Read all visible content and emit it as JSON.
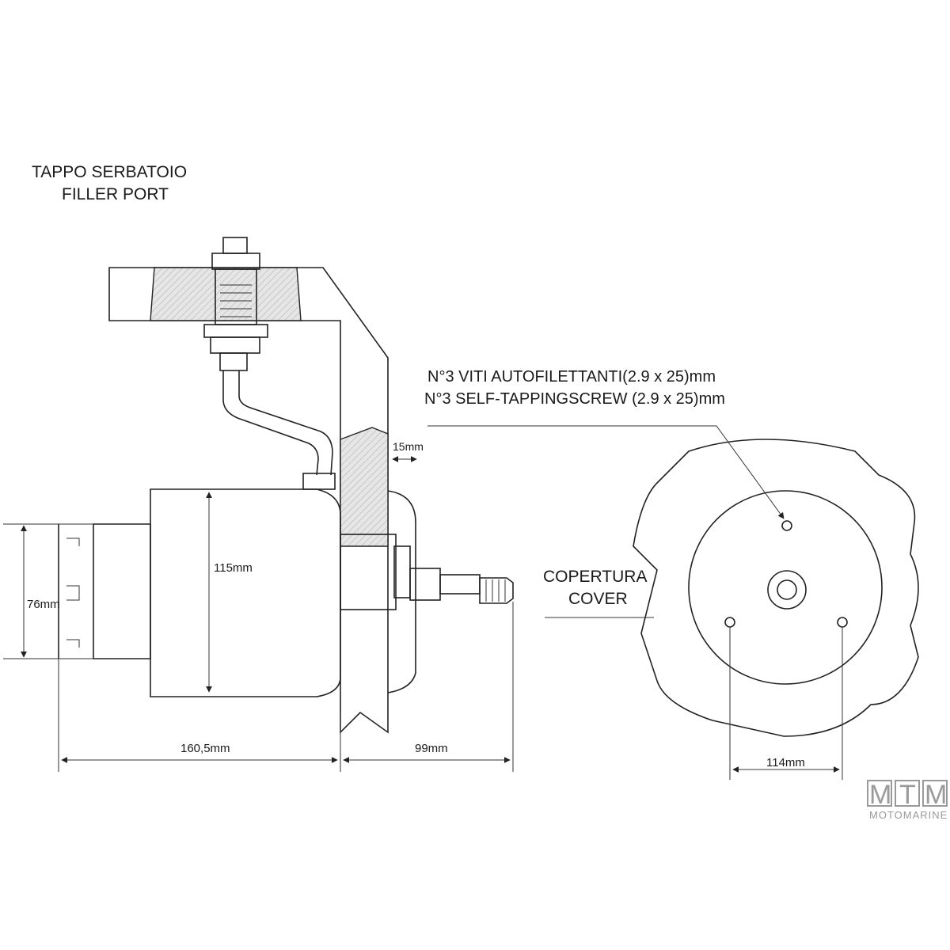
{
  "labels": {
    "filler_it": "TAPPO SERBATOIO",
    "filler_en": "FILLER PORT",
    "screws_it": "N°3 VITI AUTOFILETTANTI(2.9 x 25)mm",
    "screws_en": "N°3 SELF-TAPPINGSCREW (2.9 x 25)mm",
    "cover_it": "COPERTURA",
    "cover_en": "COVER"
  },
  "dimensions": {
    "wall_thickness": "15mm",
    "body_height": "115mm",
    "front_height": "76mm",
    "body_length": "160,5mm",
    "shaft_length": "99mm",
    "hole_spacing": "114mm"
  },
  "watermark": {
    "letters": [
      "M",
      "T",
      "M"
    ],
    "text": "MOTOMARINE"
  }
}
